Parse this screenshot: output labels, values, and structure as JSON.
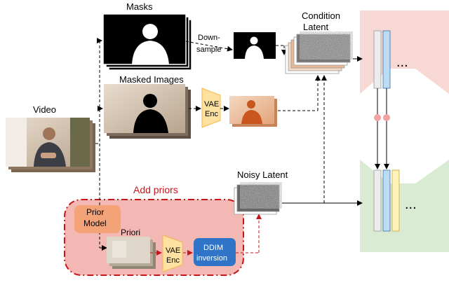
{
  "labels": {
    "masks": "Masks",
    "masked_images": "Masked Images",
    "video": "Video",
    "downsample_line1": "Down-",
    "downsample_line2": "sample",
    "condition_line1": "Condition",
    "condition_line2": "Latent",
    "noisy_latent": "Noisy Latent",
    "add_priors": "Add priors",
    "prior_model_line1": "Prior",
    "prior_model_line2": "Model",
    "priori": "Priori",
    "vae_enc_line1": "VAE",
    "vae_enc_line2": "Enc",
    "ddim_line1": "DDIM",
    "ddim_line2": "inversion",
    "ellipsis": "..."
  },
  "colors": {
    "vae_fill": "#fde1a0",
    "vae_stroke": "#f3b94a",
    "ddim_fill": "#2f74c6",
    "prior_model_fill": "#f4a277",
    "priors_region_fill": "#f3b7b4",
    "priors_region_stroke": "#c8151a",
    "priors_title": "#c8151a",
    "unet_top_fill": "#f7d8d5",
    "unet_bottom_fill": "#d9ecd3",
    "connector_dot": "#f1a3a0",
    "bar_gray": "#ececec",
    "bar_blue": "#bcdcf4",
    "bar_yellow": "#fff2b8"
  },
  "icons": {
    "video_frames": "video-frame-stack",
    "mask_frames": "mask-frame-stack",
    "masked_frames": "masked-image-frame-stack",
    "noise": "noise-latent-stack"
  }
}
